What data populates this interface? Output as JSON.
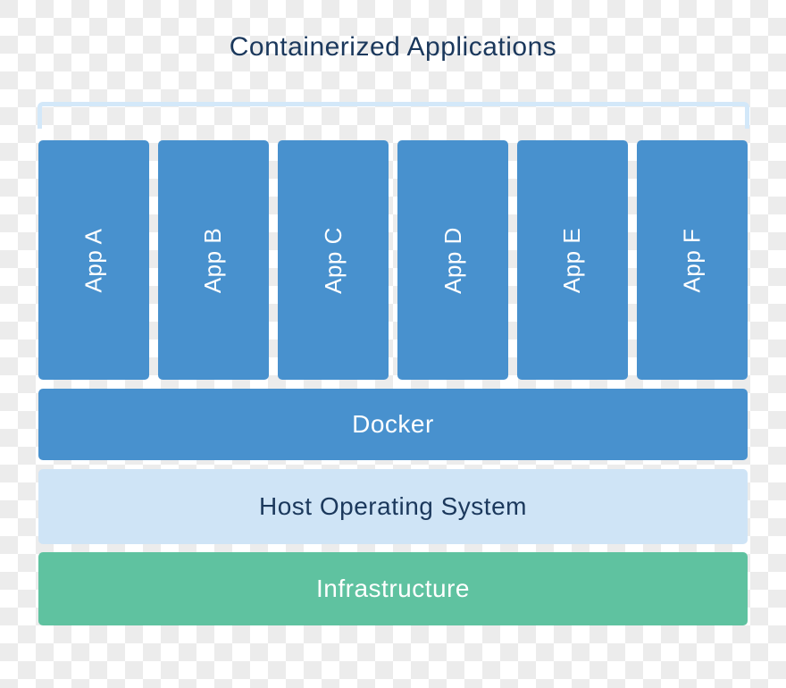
{
  "title": "Containerized Applications",
  "apps": [
    {
      "label": "App A"
    },
    {
      "label": "App B"
    },
    {
      "label": "App C"
    },
    {
      "label": "App D"
    },
    {
      "label": "App E"
    },
    {
      "label": "App F"
    }
  ],
  "layers": {
    "docker": {
      "label": "Docker"
    },
    "host_os": {
      "label": "Host Operating System"
    },
    "infrastructure": {
      "label": "Infrastructure"
    }
  },
  "colors": {
    "app-blue": "#4891ce",
    "host-blue": "#cfe4f6",
    "infra-green": "#5fc2a0",
    "frame-blue": "#d3e8f9",
    "navy": "#1b385c",
    "checker-light": "#ffffff",
    "checker-dark": "#ececec"
  }
}
